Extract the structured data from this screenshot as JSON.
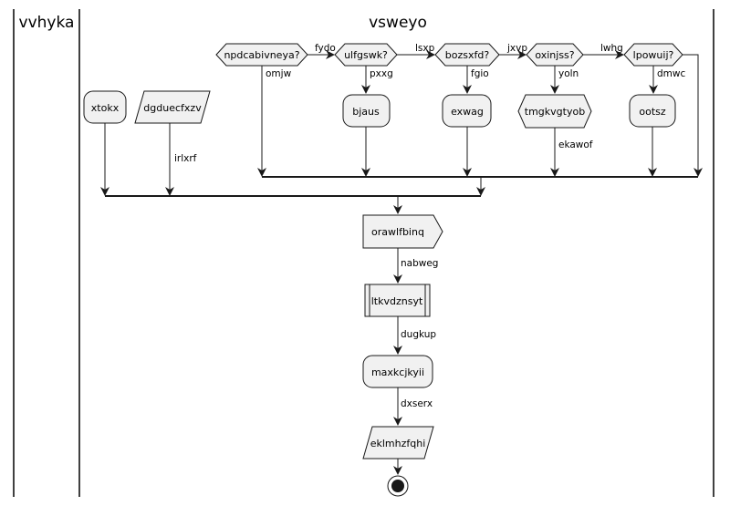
{
  "swimlanes": {
    "left_title": "vvhyka",
    "right_title": "vsweyo"
  },
  "decisions": {
    "d1": "npdcabivneya?",
    "d2": "ulfgswk?",
    "d3": "bozsxfd?",
    "d4": "oxinjss?",
    "d5": "lpowuij?"
  },
  "actions": {
    "xtokx": "xtokx",
    "dgduecfxzv": "dgduecfxzv",
    "bjaus": "bjaus",
    "exwag": "exwag",
    "tmgkvgtyob": "tmgkvgtyob",
    "ootsz": "ootsz",
    "orawlfbinq": "orawlfbinq",
    "ltkvdznsyt": "ltkvdznsyt",
    "maxkcjkyii": "maxkcjkyii",
    "eklmhzfqhi": "eklmhzfqhi"
  },
  "edge_labels": {
    "fydo": "fydo",
    "lsxp": "lsxp",
    "jxvp": "jxvp",
    "lwhg": "lwhg",
    "omjw": "omjw",
    "pxxg": "pxxg",
    "fgio": "fgio",
    "yoln": "yoln",
    "dmwc": "dmwc",
    "irlxrf": "irlxrf",
    "ekawof": "ekawof",
    "nabweg": "nabweg",
    "dugkup": "dugkup",
    "dxserx": "dxserx"
  }
}
